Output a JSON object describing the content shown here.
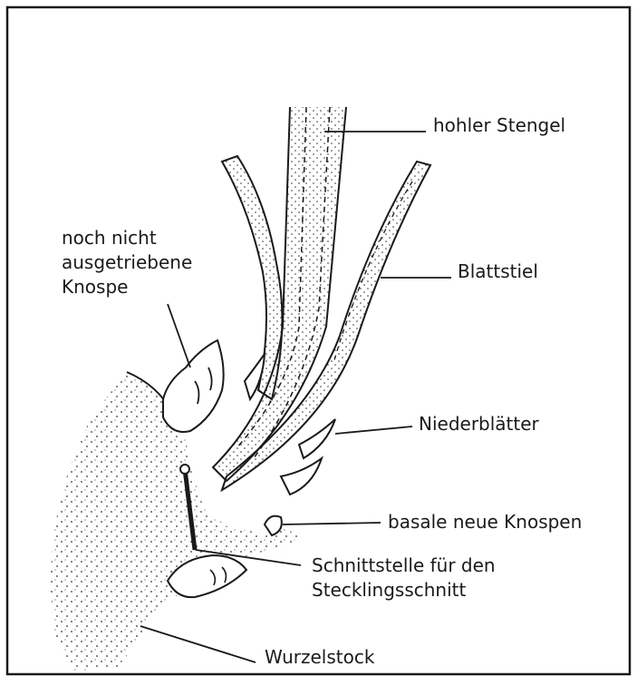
{
  "labels": {
    "hollow_stem": "hohler Stengel",
    "bud_line1": "noch nicht",
    "bud_line2": "ausgetriebene",
    "bud_line3": "Knospe",
    "leaf_stalk": "Blattstiel",
    "scale_leaves": "Niederblätter",
    "basal_buds": "basale neue Knospen",
    "cut_line1": "Schnittstelle für den",
    "cut_line2": "Stecklingsschnitt",
    "rootstock": "Wurzelstock"
  },
  "colors": {
    "ink": "#1a1a1a",
    "paper": "#ffffff"
  }
}
